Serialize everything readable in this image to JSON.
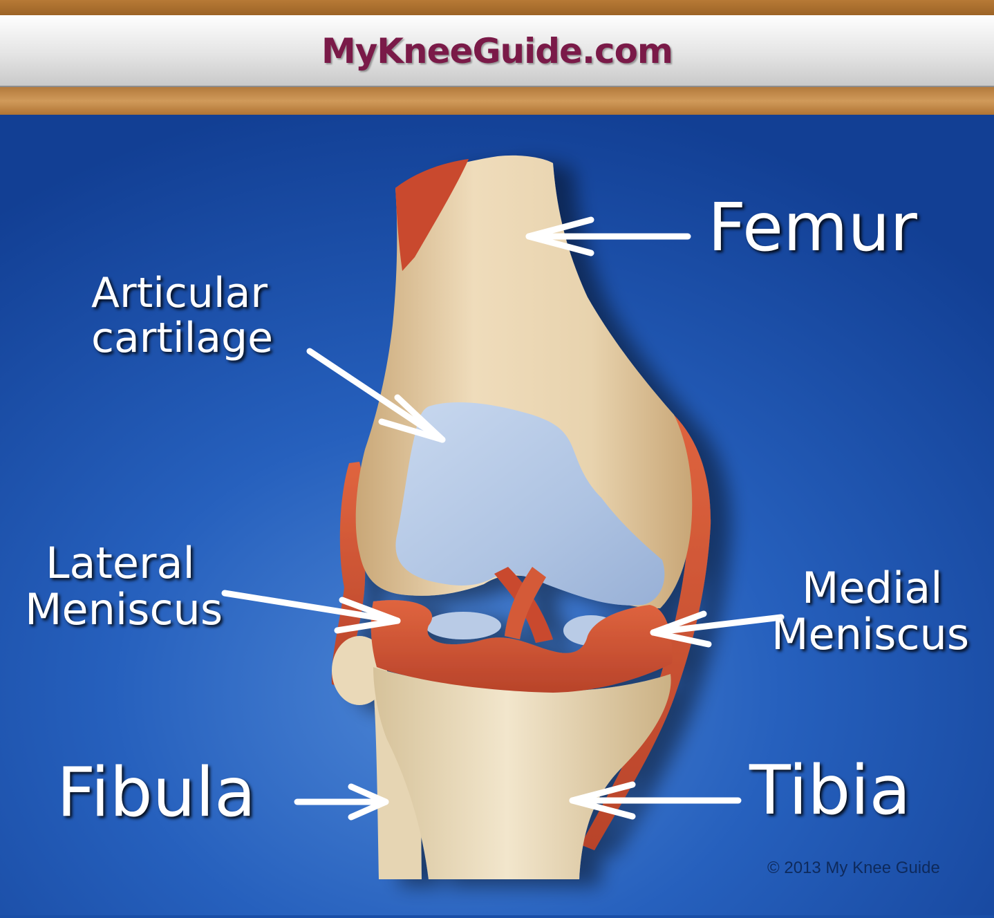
{
  "header": {
    "site_title": "MyKneeGuide.com"
  },
  "labels": {
    "femur": "Femur",
    "articular_line1": "Articular",
    "articular_line2": "cartilage",
    "lateral_line1": "Lateral",
    "lateral_line2": "Meniscus",
    "medial_line1": "Medial",
    "medial_line2": "Meniscus",
    "fibula": "Fibula",
    "tibia": "Tibia"
  },
  "footer": {
    "copyright": "© 2013 My Knee Guide"
  },
  "colors": {
    "background_blue": "#1a4fa8",
    "bone": "#e9d2ad",
    "cartilage": "#b8cde8",
    "ligament": "#cf5335",
    "title_text": "#7a1a48",
    "header_stripe": "#b77a36"
  }
}
